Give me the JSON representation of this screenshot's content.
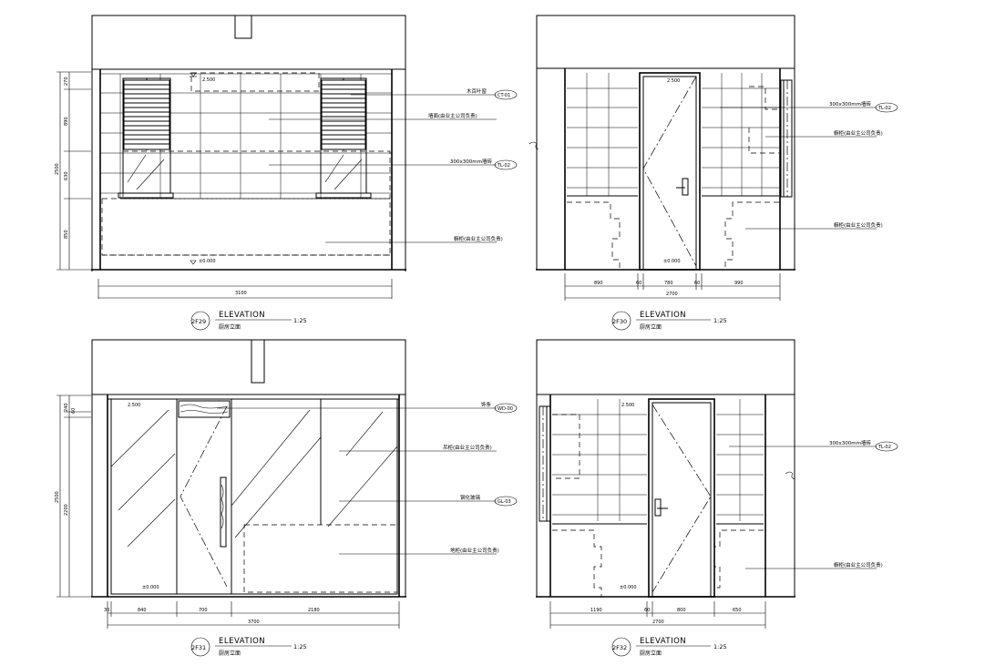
{
  "elevations": [
    {
      "id": "2F29",
      "title": "ELEVATION",
      "scale": "1:25",
      "subtitle": "厨房立面",
      "level": "±0.000",
      "ceiling": "2.500",
      "total_width": "3100",
      "total_height": "2500",
      "heights": [
        "270",
        "890",
        "630",
        "850"
      ],
      "callouts": [
        {
          "label": "木百叶窗",
          "tag": "CT-01"
        },
        {
          "label": "墙面(由业主公司负责)",
          "tag": ""
        },
        {
          "label": "300x300mm墙砖",
          "tag": "TL-02"
        },
        {
          "label": "橱柜(由业主公司负责)",
          "tag": ""
        }
      ]
    },
    {
      "id": "2F30",
      "title": "ELEVATION",
      "scale": "1:25",
      "subtitle": "厨房立面",
      "level": "±0.000",
      "ceiling": "2.500",
      "total_width": "2700",
      "widths": [
        "890",
        "60",
        "780",
        "60",
        "990"
      ],
      "callouts": [
        {
          "label": "300x300mm墙砖",
          "tag": "TL-02"
        },
        {
          "label": "橱柜(由业主公司负责)",
          "tag": ""
        },
        {
          "label": "橱柜(由业主公司负责)",
          "tag": ""
        }
      ]
    },
    {
      "id": "2F31",
      "title": "ELEVATION",
      "scale": "1:25",
      "subtitle": "厨房立面",
      "level": "±0.000",
      "ceiling": "2.500",
      "total_width": "3700",
      "total_height": "2500",
      "heights": [
        "240",
        "60",
        "2200"
      ],
      "widths": [
        "30",
        "840",
        "700",
        "2180"
      ],
      "callouts": [
        {
          "label": "饰条",
          "tag": "WD-00"
        },
        {
          "label": "吊柜(由业主公司负责)",
          "tag": ""
        },
        {
          "label": "钢化玻璃",
          "tag": "GL-03"
        },
        {
          "label": "地柜(由业主公司负责)",
          "tag": ""
        }
      ]
    },
    {
      "id": "2F32",
      "title": "ELEVATION",
      "scale": "1:25",
      "subtitle": "厨房立面",
      "level": "±0.000",
      "ceiling": "2.500",
      "total_width": "2700",
      "widths": [
        "1190",
        "60",
        "800",
        "650"
      ],
      "callouts": [
        {
          "label": "300x300mm墙砖",
          "tag": "TL-02"
        },
        {
          "label": "橱柜(由业主公司负责)",
          "tag": ""
        }
      ]
    }
  ]
}
